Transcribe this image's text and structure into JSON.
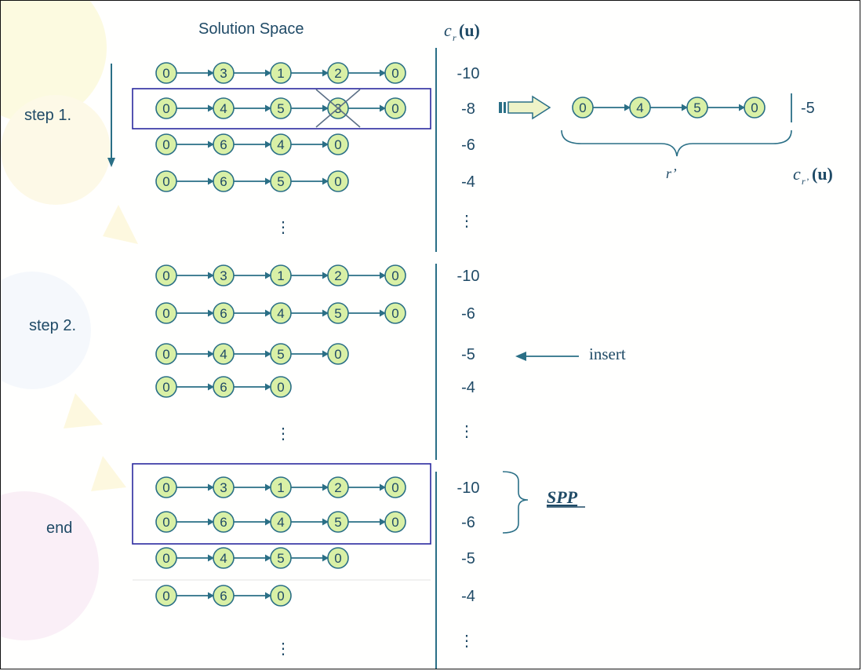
{
  "header": {
    "solution_space": "Solution Space",
    "cost_label": "c",
    "cost_sub": "r",
    "cost_arg": "(u)"
  },
  "steps": [
    {
      "label": "step 1.",
      "rows": [
        {
          "nodes": [
            "0",
            "3",
            "1",
            "2",
            "0"
          ],
          "value": "-10"
        },
        {
          "nodes": [
            "0",
            "4",
            "5",
            "3",
            "0"
          ],
          "value": "-8",
          "highlight": true,
          "crossed_index": 3
        },
        {
          "nodes": [
            "0",
            "6",
            "4",
            "0"
          ],
          "value": "-6"
        },
        {
          "nodes": [
            "0",
            "6",
            "5",
            "0"
          ],
          "value": "-4"
        }
      ]
    },
    {
      "label": "step 2.",
      "rows": [
        {
          "nodes": [
            "0",
            "3",
            "1",
            "2",
            "0"
          ],
          "value": "-10"
        },
        {
          "nodes": [
            "0",
            "6",
            "4",
            "5",
            "0"
          ],
          "value": "-6"
        },
        {
          "nodes": [
            "0",
            "4",
            "5",
            "0"
          ],
          "value": "-5"
        },
        {
          "nodes": [
            "0",
            "6",
            "0"
          ],
          "value": "-4"
        }
      ]
    },
    {
      "label": "end",
      "rows": [
        {
          "nodes": [
            "0",
            "3",
            "1",
            "2",
            "0"
          ],
          "value": "-10"
        },
        {
          "nodes": [
            "0",
            "6",
            "4",
            "5",
            "0"
          ],
          "value": "-6"
        },
        {
          "nodes": [
            "0",
            "4",
            "5",
            "0"
          ],
          "value": "-5"
        },
        {
          "nodes": [
            "0",
            "6",
            "0"
          ],
          "value": "-4"
        }
      ]
    }
  ],
  "ellipsis": "⋮",
  "derived_route": {
    "nodes": [
      "0",
      "4",
      "5",
      "0"
    ],
    "value": "-5",
    "route_label": "r’",
    "cost_label": "c",
    "cost_sub": "r’",
    "cost_arg": "(u)"
  },
  "insert_label": "insert",
  "spp_label": "SPP",
  "colors": {
    "node_fill": "#d9f0a6",
    "node_stroke": "#2a6f86",
    "text": "#1f4a66",
    "box": "#2b2a9e",
    "arrow_fill": "#eef3c8"
  }
}
